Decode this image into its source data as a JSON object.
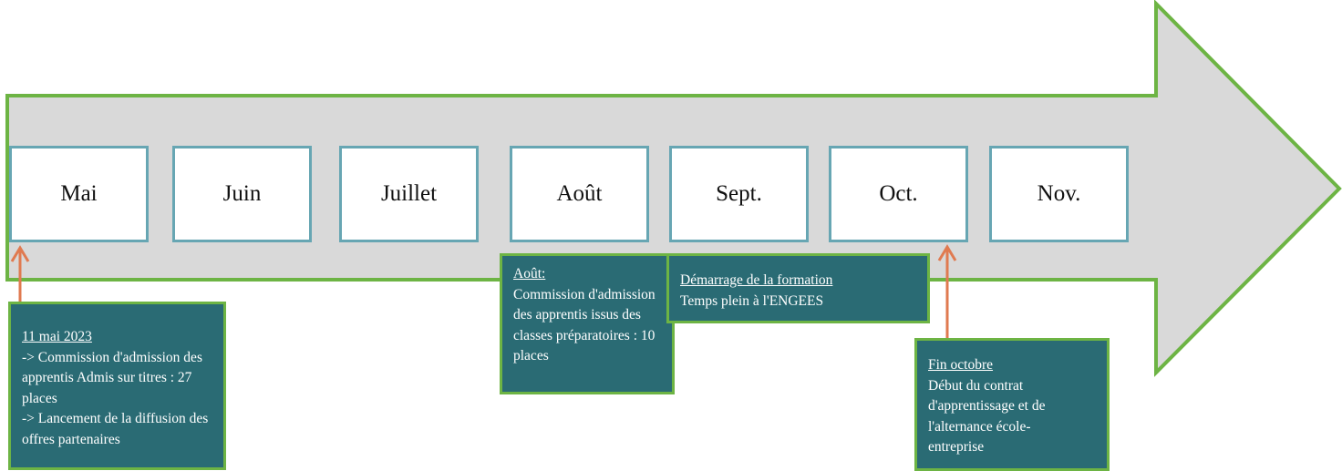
{
  "colors": {
    "arrow_fill": "#d9d9d9",
    "arrow_stroke": "#6db444",
    "box_border": "#67a6b3",
    "note_fill": "#2a6b74",
    "note_border": "#6db444",
    "pointer": "#e07a50"
  },
  "months": [
    "Mai",
    "Juin",
    "Juillet",
    "Août",
    "Sept.",
    "Oct.",
    "Nov."
  ],
  "notes": {
    "may": {
      "title": "11 mai 2023",
      "body": "-> Commission d'admission des apprentis Admis sur titres : 27 places\n-> Lancement de la diffusion des offres partenaires"
    },
    "august": {
      "title": "Août:",
      "body": "Commission d'admission des apprentis issus des classes préparatoires : 10 places"
    },
    "september": {
      "title": "Démarrage de la formation",
      "body": "Temps plein à l'ENGEES"
    },
    "october": {
      "title": "Fin octobre",
      "body": "Début du contrat d'apprentissage  et de l'alternance école-entreprise"
    }
  }
}
